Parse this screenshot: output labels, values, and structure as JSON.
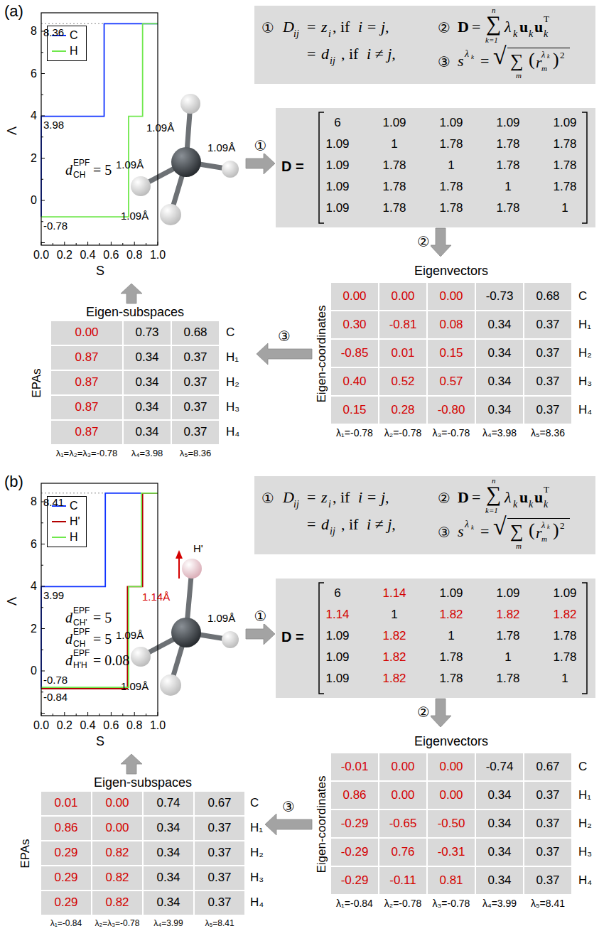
{
  "diagram": {
    "nodes": [
      {
        "text": [
          "Λ",
          "S"
        ]
      },
      {
        "text": [
          "①",
          "D",
          "ij",
          "=",
          "z",
          "i",
          ", if",
          "i = j,",
          "=",
          "d",
          "ij",
          ", if",
          "i ≠ j,",
          "②",
          "D",
          "=",
          "∑",
          "n",
          "k=1",
          "λ",
          "k",
          "u",
          "k",
          "u",
          "k",
          "T",
          "③",
          "s",
          "λ",
          "k",
          "=",
          "√",
          "∑",
          "m",
          "(",
          "r",
          "m",
          "λ",
          "k",
          ")",
          "2"
        ]
      },
      {
        "text": [
          "1.09Å",
          "1.09Å",
          "1.09Å",
          "1.09Å"
        ]
      },
      {
        "text": [
          "D =",
          "6",
          "1.09",
          "1.09",
          "1.09",
          "1.09",
          "1.09",
          "1",
          "1.78",
          "1.78",
          "1.78",
          "1.09",
          "1.78",
          "1",
          "1.78",
          "1.78",
          "1.09",
          "1.78",
          "1.78",
          "1",
          "1.78",
          "1.09",
          "1.78",
          "1.78",
          "1.78",
          "1"
        ]
      },
      {
        "text": [
          "Eigenvectors",
          "Eigen-coordinates",
          "0.00",
          "0.00",
          "0.00",
          "-0.73",
          "0.68",
          "C",
          "0.30",
          "-0.81",
          "0.08",
          "0.34",
          "0.37",
          "H₁",
          "-0.85",
          "0.01",
          "0.15",
          "0.34",
          "0.37",
          "H₂",
          "0.40",
          "0.52",
          "0.57",
          "0.34",
          "0.37",
          "H₃",
          "0.15",
          "0.28",
          "-0.80",
          "0.34",
          "0.37",
          "H₄",
          "λ₁=-0.78",
          "λ₂=-0.78",
          "λ₃=-0.78",
          "λ₄=3.98",
          "λ₅=8.36"
        ]
      },
      {
        "text": [
          "Eigen-subspaces",
          "EPAs",
          "0.00",
          "0.73",
          "0.68",
          "C",
          "0.87",
          "0.34",
          "0.37",
          "H₁",
          "0.87",
          "0.34",
          "0.37",
          "H₂",
          "0.87",
          "0.34",
          "0.37",
          "H₃",
          "0.87",
          "0.34",
          "0.37",
          "H₄",
          "λ₁=λ₂=λ₃=-0.78",
          "λ₄=3.98",
          "λ₅=8.36"
        ]
      },
      {
        "text": [
          "Λ",
          "S"
        ]
      },
      {
        "text": [
          "①",
          "D",
          "ij",
          "=",
          "z",
          "i",
          ", if",
          "i = j,",
          "=",
          "d",
          "ij",
          ", if",
          "i ≠ j,",
          "②",
          "D",
          "=",
          "∑",
          "n",
          "k=1",
          "λ",
          "k",
          "u",
          "k",
          "u",
          "k",
          "T",
          "③",
          "s",
          "λ",
          "k",
          "=",
          "√",
          "∑",
          "m",
          "(",
          "r",
          "m",
          "λ",
          "k",
          ")",
          "2"
        ]
      },
      {
        "text": [
          "H'",
          "1.14Å",
          "1.09Å",
          "1.09Å",
          "1.09Å"
        ]
      },
      {
        "text": [
          "D =",
          "6",
          "1.14",
          "1.09",
          "1.09",
          "1.09",
          "1.14",
          "1",
          "1.82",
          "1.82",
          "1.82",
          "1.09",
          "1.82",
          "1",
          "1.78",
          "1.78",
          "1.09",
          "1.82",
          "1.78",
          "1",
          "1.78",
          "1.09",
          "1.82",
          "1.78",
          "1.78",
          "1"
        ]
      },
      {
        "text": [
          "Eigenvectors",
          "Eigen-coordinates",
          "-0.01",
          "0.00",
          "0.00",
          "-0.74",
          "0.67",
          "C",
          "0.86",
          "0.00",
          "0.00",
          "0.34",
          "0.37",
          "H₁",
          "-0.29",
          "-0.65",
          "-0.50",
          "0.34",
          "0.37",
          "H₂",
          "-0.29",
          "0.76",
          "-0.31",
          "0.34",
          "0.37",
          "H₃",
          "-0.29",
          "-0.11",
          "0.81",
          "0.34",
          "0.37",
          "H₄",
          "λ₁=-0.84",
          "λ₂=-0.78",
          "λ₃=-0.78",
          "λ₄=3.99",
          "λ₅=8.41"
        ]
      },
      {
        "text": [
          "Eigen-subspaces",
          "EPAs",
          "0.01",
          "0.00",
          "0.74",
          "0.67",
          "C",
          "0.86",
          "0.00",
          "0.34",
          "0.37",
          "H₁",
          "0.29",
          "0.82",
          "0.34",
          "0.37",
          "H₂",
          "0.29",
          "0.82",
          "0.34",
          "0.37",
          "H₃",
          "0.29",
          "0.82",
          "0.34",
          "0.37",
          "H₄",
          "λ₁=-0.84",
          "λ₂=λ₃=-0.78",
          "λ₄=3.99",
          "λ₅=8.41"
        ]
      }
    ],
    "edges": [
      {
        "from": 2,
        "to": 3,
        "arrow": "to",
        "label": "①"
      },
      {
        "from": 3,
        "to": 4,
        "arrow": "to",
        "label": "②"
      },
      {
        "from": 4,
        "to": 5,
        "arrow": "to",
        "label": "③"
      },
      {
        "from": 5,
        "to": 0,
        "arrow": "to"
      },
      {
        "from": 8,
        "to": 9,
        "arrow": "to",
        "label": "①"
      },
      {
        "from": 9,
        "to": 10,
        "arrow": "to",
        "label": "②"
      },
      {
        "from": 10,
        "to": 11,
        "arrow": "to",
        "label": "③"
      },
      {
        "from": 11,
        "to": 6,
        "arrow": "to"
      }
    ],
    "labels": [
      "(a)",
      "8",
      "6",
      "4",
      "2",
      "0",
      "0.0",
      "0.2",
      "0.4",
      "0.6",
      "0.8",
      "1.0",
      "8.36",
      "3.98",
      "-0.78",
      "d",
      "EPF",
      "CH",
      "= 5",
      "(b)",
      "8",
      "6",
      "4",
      "2",
      "0",
      "0.0",
      "0.2",
      "0.4",
      "0.6",
      "0.8",
      "1.0",
      "8.41",
      "3.99",
      "-0.78",
      "-0.84",
      "d",
      "EPF",
      "CH'",
      "= 5",
      "d",
      "EPF",
      "CH",
      "= 5",
      "d",
      "EPF",
      "H'H",
      "= 0.08"
    ],
    "legend": [
      {
        "text": "C"
      },
      {
        "text": "H"
      },
      {
        "text": "C"
      },
      {
        "text": "H'"
      },
      {
        "text": "H"
      }
    ]
  }
}
